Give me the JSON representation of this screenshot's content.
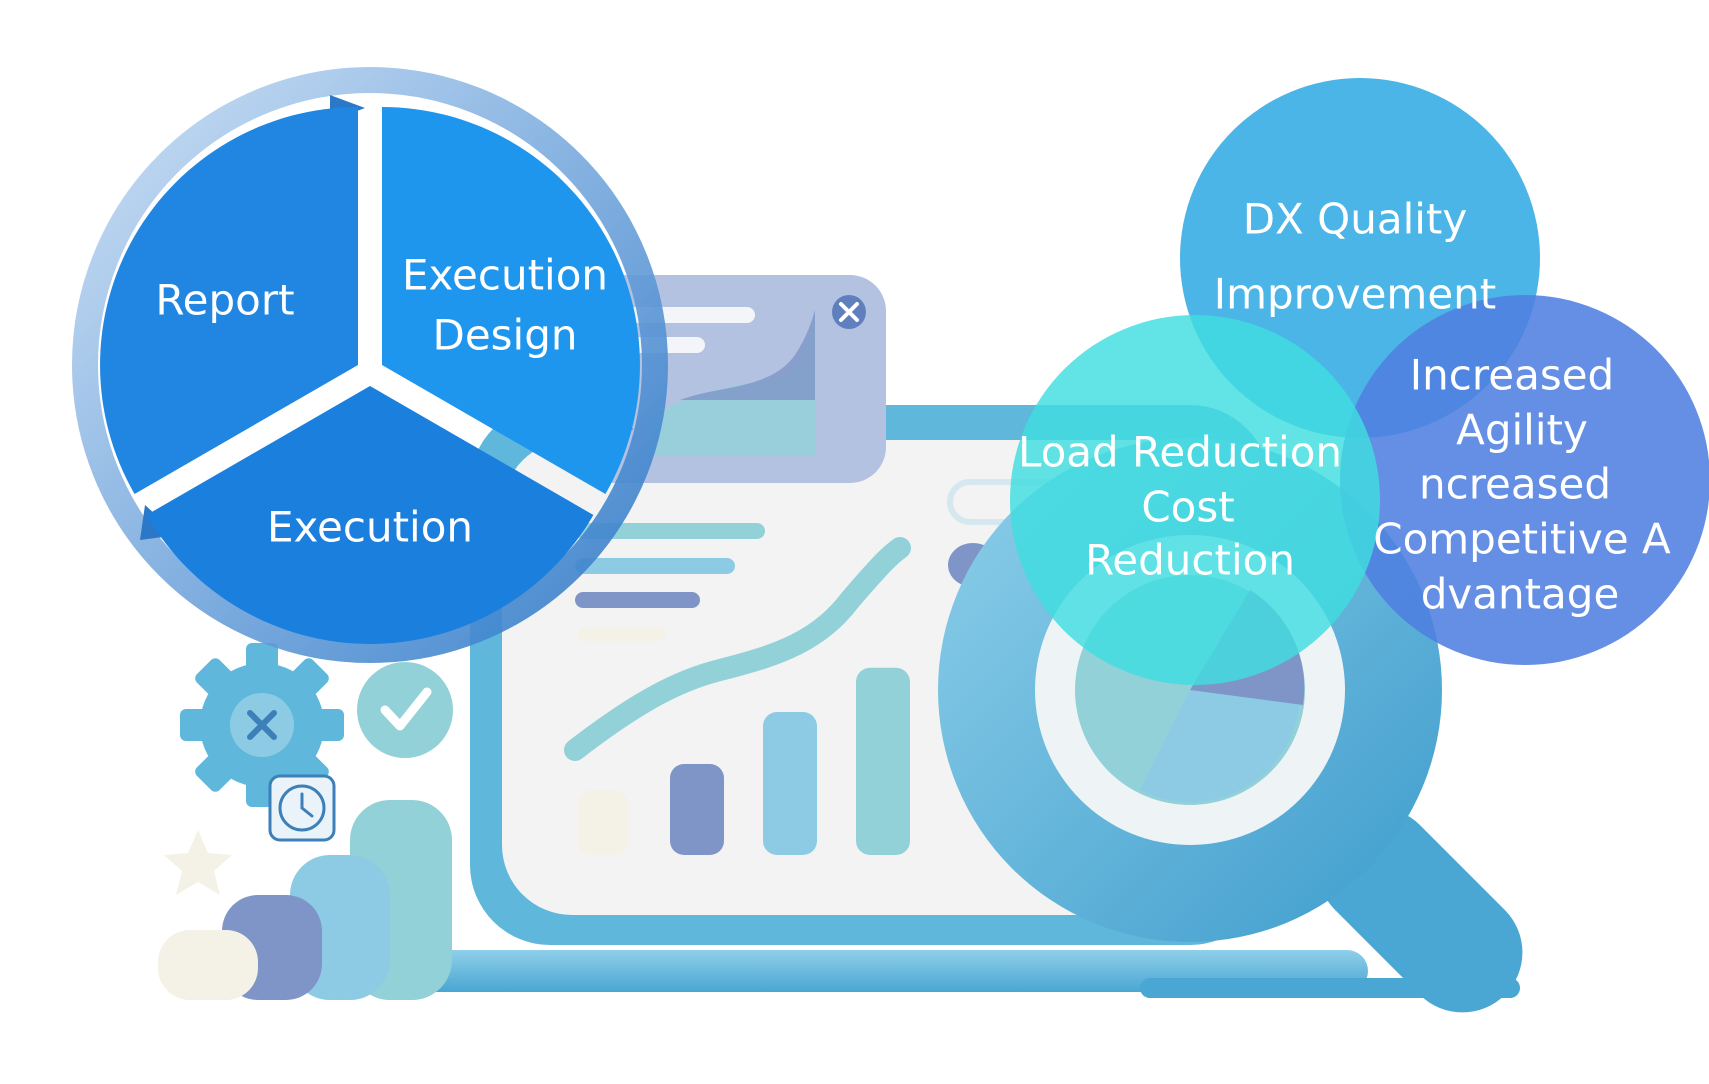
{
  "cycle": {
    "segments": [
      {
        "label": "Report",
        "color": "#2086e2"
      },
      {
        "label_line1": "Execution",
        "label_line2": "Design",
        "color": "#1e96ee"
      },
      {
        "label": "Execution",
        "color": "#1b7fde"
      }
    ]
  },
  "bubbles": [
    {
      "line1": "DX Quality",
      "line2": "Improvement",
      "color": "#42b1e6"
    },
    {
      "line1": "Load Reduction",
      "line2": "Cost",
      "line3": "Reduction",
      "color": "#3fdde0"
    },
    {
      "line1": "Increased",
      "line2": "Agility",
      "line3": "ncreased",
      "line4": "Competitive A",
      "line5": "dvantage",
      "color": "#4f7fe0"
    }
  ],
  "illustration": {
    "bar_values": [
      0.35,
      0.55,
      0.72
    ],
    "colors": {
      "primary": "#5fb7dc",
      "dark_blue": "#7f95c8",
      "light_blue": "#8dcbe4",
      "teal": "#93d1d8",
      "cream": "#f4f2e6",
      "screen": "#f3f3f3"
    }
  }
}
